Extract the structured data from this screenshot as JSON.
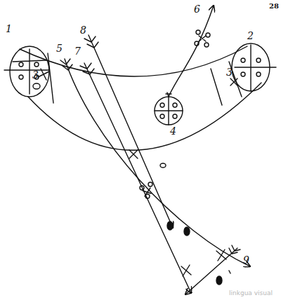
{
  "diagram": {
    "labels": [
      "28",
      "1",
      "2",
      "3",
      "3",
      "4",
      "5",
      "7",
      "8",
      "6",
      "9",
      "linkgua visual"
    ]
  }
}
